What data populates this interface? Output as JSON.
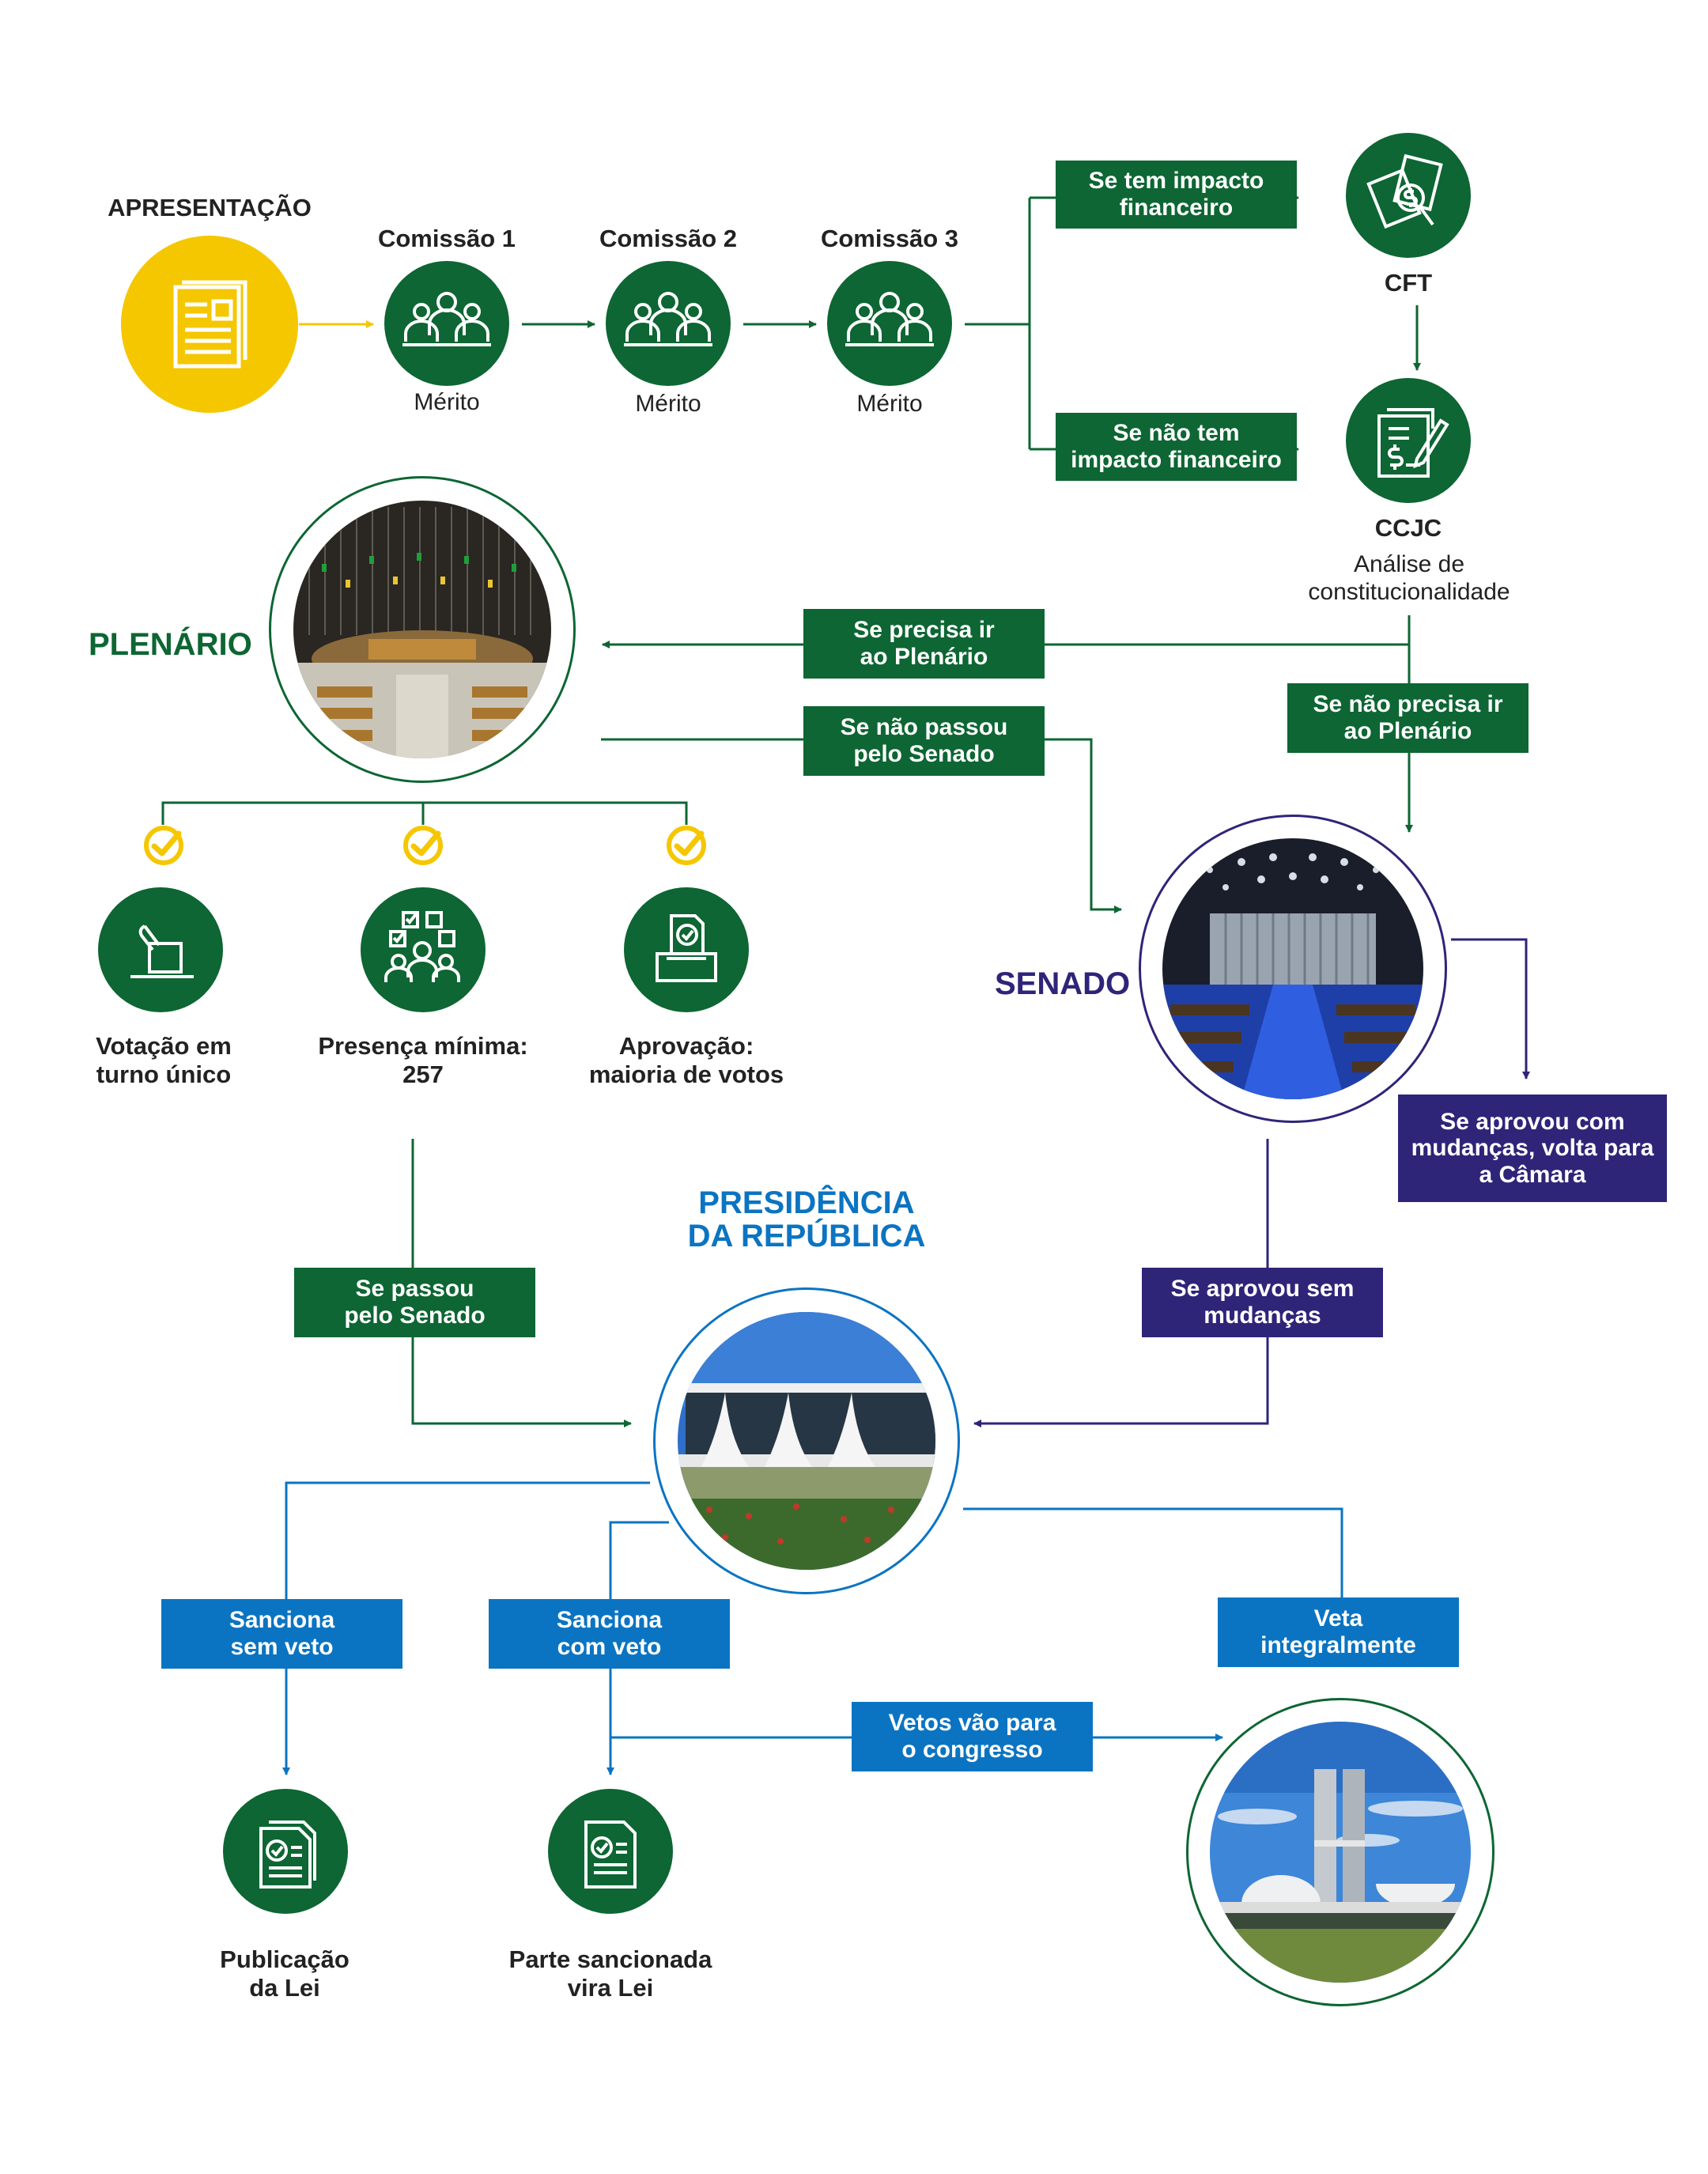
{
  "colors": {
    "green": "#0d6633",
    "yellow": "#f5c700",
    "purple": "#2e2579",
    "blue": "#0b74c2"
  },
  "apresentacao": {
    "label": "APRESENTAÇÃO",
    "icon": "document-icon"
  },
  "comissoes": [
    {
      "title": "Comissão 1",
      "sub": "Mérito",
      "icon": "people-group-icon"
    },
    {
      "title": "Comissão 2",
      "sub": "Mérito",
      "icon": "people-group-icon"
    },
    {
      "title": "Comissão 3",
      "sub": "Mérito",
      "icon": "people-group-icon"
    }
  ],
  "cft": {
    "label": "CFT",
    "icon": "money-documents-icon"
  },
  "ccjc": {
    "label": "CCJC",
    "sub": "Análise de\nconstitucionalidade",
    "icon": "contract-signing-icon"
  },
  "boxes": {
    "impacto": "Se tem impacto\nfinanceiro",
    "sem_impacto": "Se não tem\nimpacto  financeiro",
    "precisa_plenario": "Se precisa ir\nao Plenário",
    "nao_precisa_plenario": "Se não precisa ir\nao Plenário",
    "nao_passou_senado": "Se não passou\npelo Senado",
    "passou_senado": "Se passou\npelo Senado",
    "aprovou_com_mudancas": "Se aprovou com\nmudanças, volta para\na Câmara",
    "aprovou_sem_mudancas": "Se aprovou sem\nmudanças",
    "sanciona_sem_veto": "Sanciona\nsem veto",
    "sanciona_com_veto": "Sanciona\ncom veto",
    "veta": "Veta\nintegralmente",
    "vetos_congresso": "Vetos vão para\no congresso"
  },
  "plenario": {
    "label": "PLENÁRIO",
    "items": [
      {
        "label": "Votação em\nturno único",
        "icon": "ballot-hand-icon"
      },
      {
        "label": "Presença mínima:\n257",
        "icon": "attendance-check-icon"
      },
      {
        "label": "Aprovação:\nmaioria de votos",
        "icon": "ballot-box-icon"
      }
    ]
  },
  "senado": {
    "label": "SENADO"
  },
  "presidencia": {
    "label": "PRESIDÊNCIA\nDA REPÚBLICA"
  },
  "outcomes": {
    "publicacao": {
      "label": "Publicação\nda Lei",
      "icon": "document-approved-icon"
    },
    "parte": {
      "label": "Parte sancionada\nvira Lei",
      "icon": "document-approved-icon"
    }
  }
}
